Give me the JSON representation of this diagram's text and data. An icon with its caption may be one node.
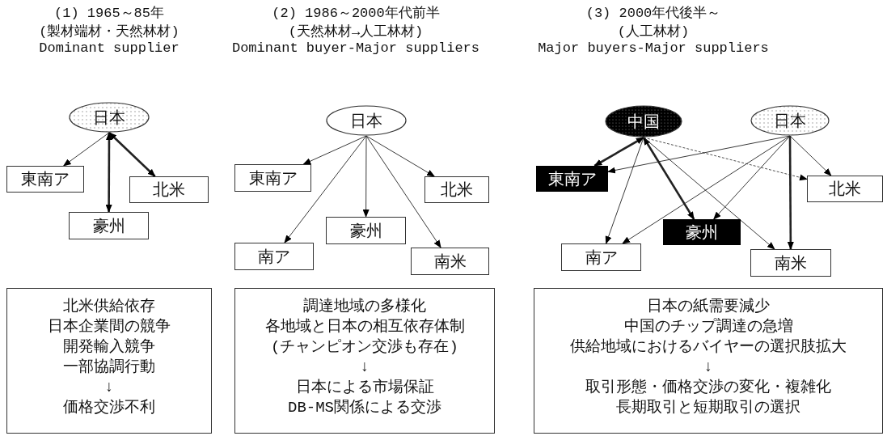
{
  "diagram": {
    "nodes": [
      {
        "text": [
          "日本"
        ]
      },
      {
        "text": [
          "東南ア"
        ]
      },
      {
        "text": [
          "北米"
        ]
      },
      {
        "text": [
          "豪州"
        ]
      },
      {
        "text": [
          "北米供給依存",
          "日本企業間の競争",
          "開発輸入競争",
          "一部協調行動",
          "↓",
          "価格交渉不利"
        ]
      },
      {
        "text": [
          "日本"
        ]
      },
      {
        "text": [
          "東南ア"
        ]
      },
      {
        "text": [
          "北米"
        ]
      },
      {
        "text": [
          "豪州"
        ]
      },
      {
        "text": [
          "南ア"
        ]
      },
      {
        "text": [
          "南米"
        ]
      },
      {
        "text": [
          "調達地域の多様化",
          "各地域と日本の相互依存体制",
          "(チャンピオン交渉も存在)",
          "↓",
          "日本による市場保証",
          "DB-MS関係による交渉"
        ]
      },
      {
        "text": [
          "中国"
        ]
      },
      {
        "text": [
          "日本"
        ]
      },
      {
        "text": [
          "東南ア"
        ]
      },
      {
        "text": [
          "北米"
        ]
      },
      {
        "text": [
          "豪州"
        ]
      },
      {
        "text": [
          "南ア"
        ]
      },
      {
        "text": [
          "南米"
        ]
      },
      {
        "text": [
          "日本の紙需要減少",
          "中国のチップ調達の急増",
          "供給地域におけるバイヤーの選択肢拡大",
          "↓",
          "取引形態・価格交渉の変化・複雑化",
          "長期取引と短期取引の選択"
        ]
      }
    ],
    "edges": [
      {
        "from": 0,
        "to": 1,
        "arrow": "to"
      },
      {
        "from": 0,
        "to": 3,
        "arrow": "both",
        "style": "thick"
      },
      {
        "from": 0,
        "to": 2,
        "arrow": "both",
        "style": "thick"
      },
      {
        "from": 5,
        "to": 6,
        "arrow": "to"
      },
      {
        "from": 5,
        "to": 9,
        "arrow": "to"
      },
      {
        "from": 5,
        "to": 8,
        "arrow": "to"
      },
      {
        "from": 5,
        "to": 10,
        "arrow": "to"
      },
      {
        "from": 5,
        "to": 7,
        "arrow": "to"
      },
      {
        "from": 12,
        "to": 14,
        "arrow": "both",
        "style": "thick"
      },
      {
        "from": 12,
        "to": 16,
        "arrow": "both",
        "style": "thick"
      },
      {
        "from": 12,
        "to": 17,
        "arrow": "to"
      },
      {
        "from": 12,
        "to": 18,
        "arrow": "to"
      },
      {
        "from": 12,
        "to": 15,
        "arrow": "to",
        "style": "dashed"
      },
      {
        "from": 13,
        "to": 14,
        "arrow": "to"
      },
      {
        "from": 13,
        "to": 17,
        "arrow": "to"
      },
      {
        "from": 13,
        "to": 16,
        "arrow": "to"
      },
      {
        "from": 13,
        "to": 18,
        "arrow": "to",
        "style": "thick"
      },
      {
        "from": 13,
        "to": 15,
        "arrow": "to"
      }
    ],
    "labels": [
      "(1) 1965～85年",
      "(製材端材・天然林材)",
      "Dominant supplier",
      "(2) 1986～2000年代前半",
      "(天然林材→人工林材)",
      "Dominant buyer-Major suppliers",
      "(3) 2000年代後半～",
      "(人工林材)",
      "Major buyers-Major suppliers"
    ]
  }
}
